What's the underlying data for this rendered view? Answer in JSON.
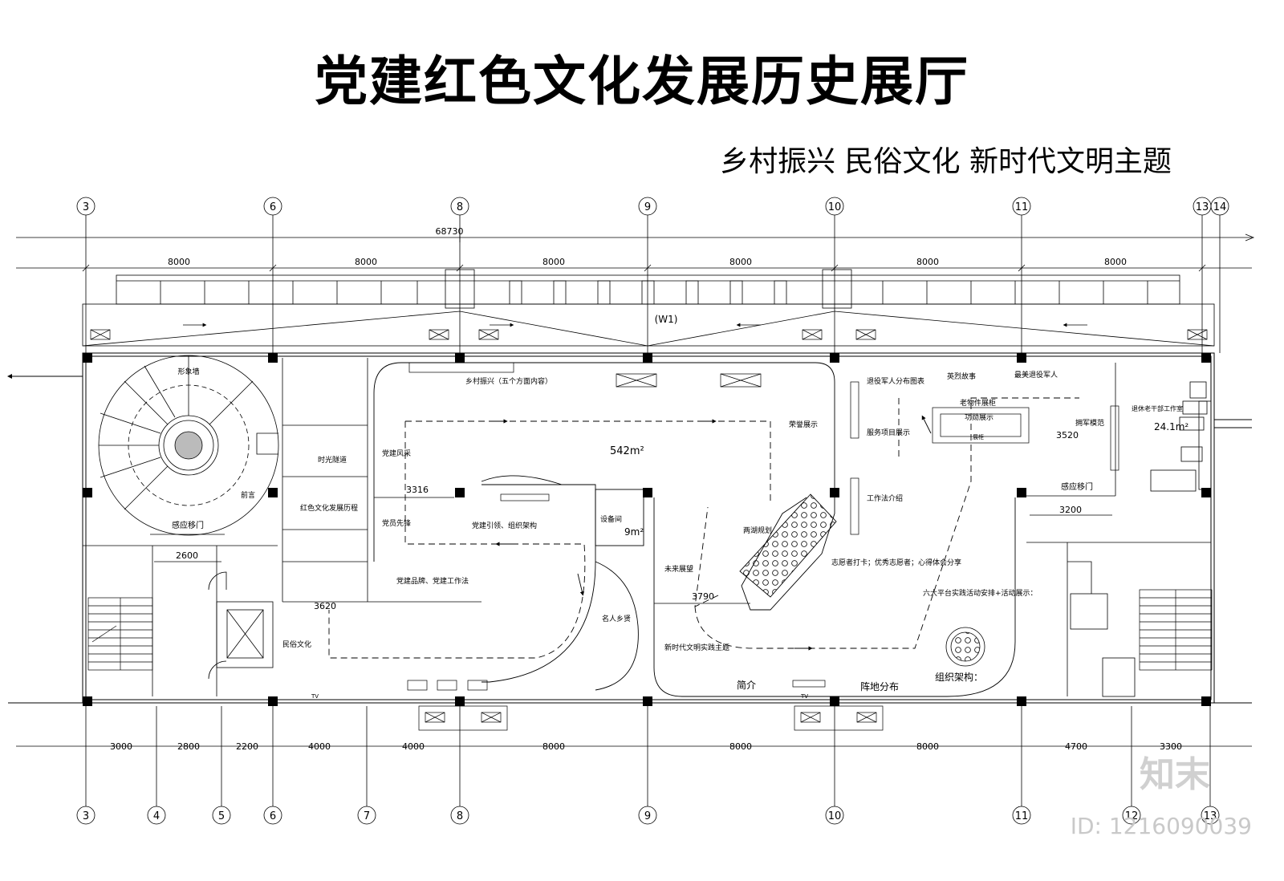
{
  "title": "党建红色文化发展历史展厅",
  "subtitle": "乡村振兴  民俗文化  新时代文明主题",
  "watermark": {
    "logo": "知末",
    "id": "ID: 1216090039"
  },
  "grid": {
    "top_axes": [
      "3",
      "6",
      "8",
      "9",
      "10",
      "11",
      "13",
      "14"
    ],
    "bottom_axes": [
      "3",
      "4",
      "5",
      "6",
      "7",
      "8",
      "9",
      "10",
      "11",
      "12",
      "13"
    ],
    "overall_dimension": "68730",
    "top_dimensions": [
      "8000",
      "8000",
      "8000",
      "8000",
      "8000",
      "8000"
    ],
    "bottom_dimensions": [
      "3000",
      "2800",
      "2200",
      "4000",
      "4000",
      "8000",
      "8000",
      "8000",
      "4700",
      "3300"
    ]
  },
  "window_tag": "(W1)",
  "rooms": {
    "main_hall_area": "542m²",
    "equipment_room": "设备间",
    "equipment_room_area": "9m²",
    "office_name": "退休老干部工作室",
    "office_area": "24.1m²"
  },
  "doors": {
    "left_sensor_door": "感应移门",
    "right_sensor_door": "感应移门"
  },
  "inner_dimensions": {
    "d2600": "2600",
    "d3316": "3316",
    "d3620": "3620",
    "d3790": "3790",
    "d3520": "3520",
    "d3200": "3200"
  },
  "labels": {
    "image_wall": "形象墙",
    "foreword": "前言",
    "time_tunnel": "时光隧道",
    "red_culture_history": "红色文化发展历程",
    "folk_culture": "民俗文化",
    "party_style": "党建风采",
    "party_pioneers": "党员先锋",
    "party_brand": "党建品牌、党建工作法",
    "party_leading": "党建引领、组织架构",
    "rural_revitalization": "乡村振兴（五个方面内容）",
    "famous_people": "名人乡贤",
    "honor_display": "荣誉展示",
    "two_lakes_plan": "两湖规划",
    "future_outlook": "未来展望",
    "new_era_practice": "新时代文明实践主题",
    "intro": "简介",
    "site_distribution": "阵地分布",
    "org_structure": "组织架构：",
    "six_platforms": "六大平台实践活动安排+活动展示：",
    "volunteers": "志愿者打卡；优秀志愿者；心得体会分享",
    "work_method_intro": "工作法介绍",
    "service_projects": "服务项目展示",
    "veterans_distribution": "退役军人分布图表",
    "martyr_stories": "英烈故事",
    "best_veterans": "最美退役军人",
    "old_items_cabinet": "老物件展柜",
    "medal_display": "功勋展示",
    "army_model": "拥军模范",
    "showcase": "展柜",
    "tv": "TV"
  }
}
